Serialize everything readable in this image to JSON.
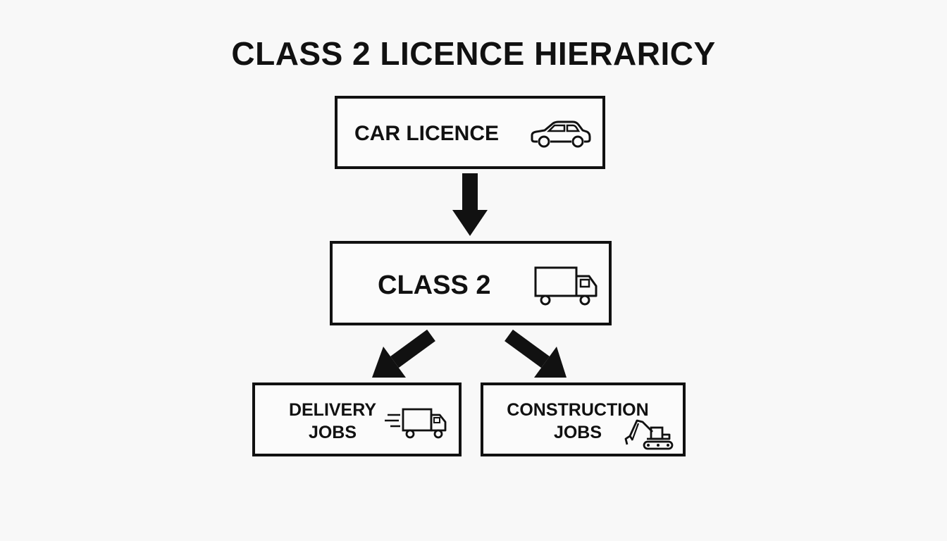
{
  "diagram": {
    "title": "CLASS 2 LICENCE HIERARICY",
    "nodes": {
      "car_licence": {
        "label": "CAR LICENCE",
        "icon": "car-icon"
      },
      "class_2": {
        "label": "CLASS 2",
        "icon": "truck-icon"
      },
      "delivery_jobs": {
        "line1": "DELIVERY",
        "line2": "JOBS",
        "icon": "delivery-truck-icon"
      },
      "construction_jobs": {
        "line1": "CONSTRUCTION",
        "line2": "JOBS",
        "icon": "excavator-icon"
      }
    },
    "edges": [
      {
        "from": "CAR LICENCE",
        "to": "CLASS 2"
      },
      {
        "from": "CLASS 2",
        "to": "DELIVERY JOBS"
      },
      {
        "from": "CLASS 2",
        "to": "CONSTRUCTION JOBS"
      }
    ],
    "colors": {
      "stroke": "#111111",
      "background": "#f8f8f8"
    }
  }
}
